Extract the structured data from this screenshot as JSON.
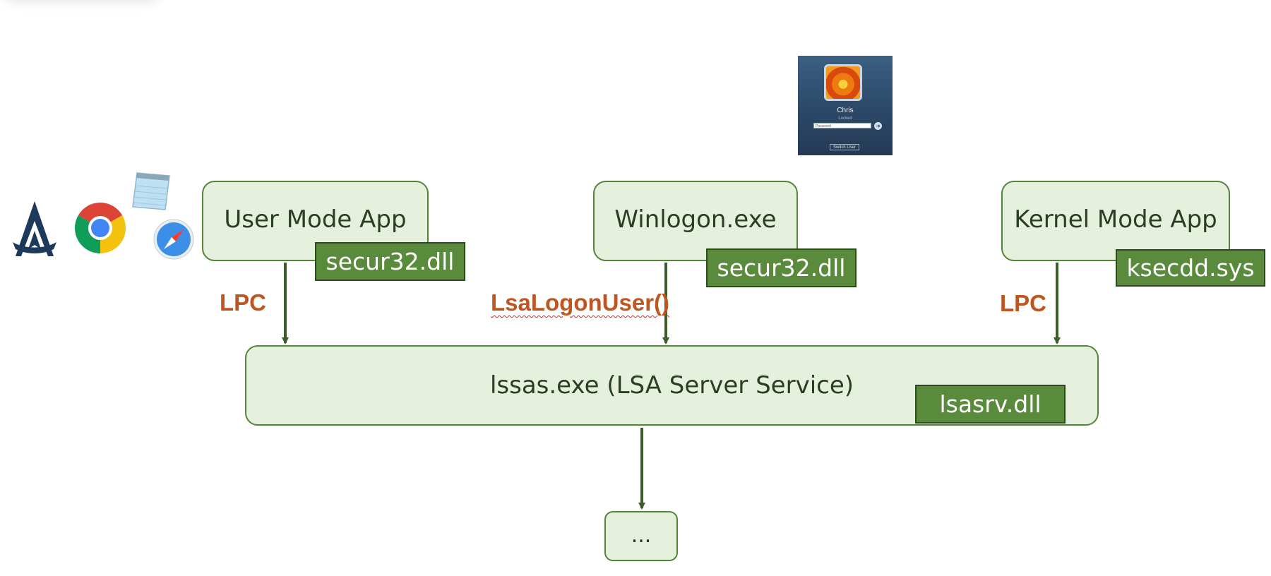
{
  "boxes": {
    "user_mode_app": "User Mode App",
    "winlogon": "Winlogon.exe",
    "kernel_mode_app": "Kernel Mode App",
    "lsass": "lssas.exe (LSA Server Service)",
    "next": "..."
  },
  "tags": {
    "user_dll": "secur32.dll",
    "winlogon_dll": "secur32.dll",
    "kernel_driver": "ksecdd.sys",
    "lsass_dll": "lsasrv.dll"
  },
  "labels": {
    "left_lpc": "LPC",
    "middle_call": "LsaLogonUser()",
    "right_lpc": "LPC"
  },
  "logon_screen": {
    "user_name": "Chris",
    "status": "Locked",
    "password_placeholder": "Password",
    "switch_user": "Switch User"
  },
  "icons": [
    "assassins-creed-logo-icon",
    "chrome-icon",
    "notepad-icon",
    "safari-icon"
  ],
  "colors": {
    "box_fill": "#e5f1dc",
    "box_border": "#53843a",
    "tag_fill": "#5a8a3c",
    "arrow": "#3b5e2b",
    "label": "#c0561f"
  }
}
